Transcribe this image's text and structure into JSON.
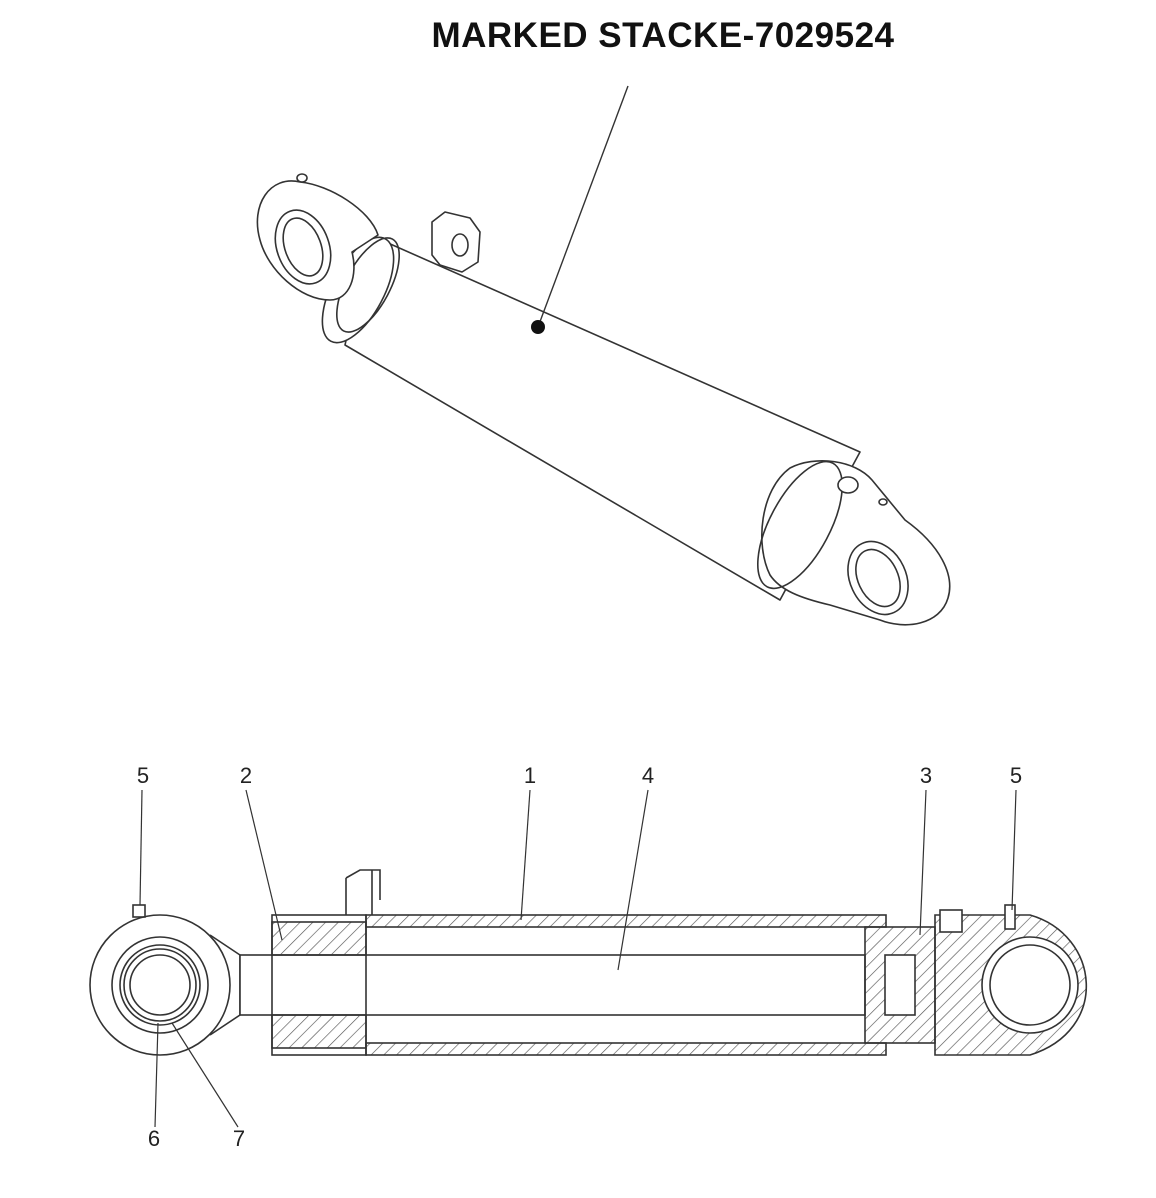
{
  "title": "MARKED STACKE-7029524",
  "callouts": {
    "c5_left": "5",
    "c2": "2",
    "c1": "1",
    "c4": "4",
    "c3": "3",
    "c5_right": "5",
    "c6": "6",
    "c7": "7"
  },
  "colors": {
    "line": "#333333",
    "hatch": "#555555",
    "background": "#ffffff"
  }
}
